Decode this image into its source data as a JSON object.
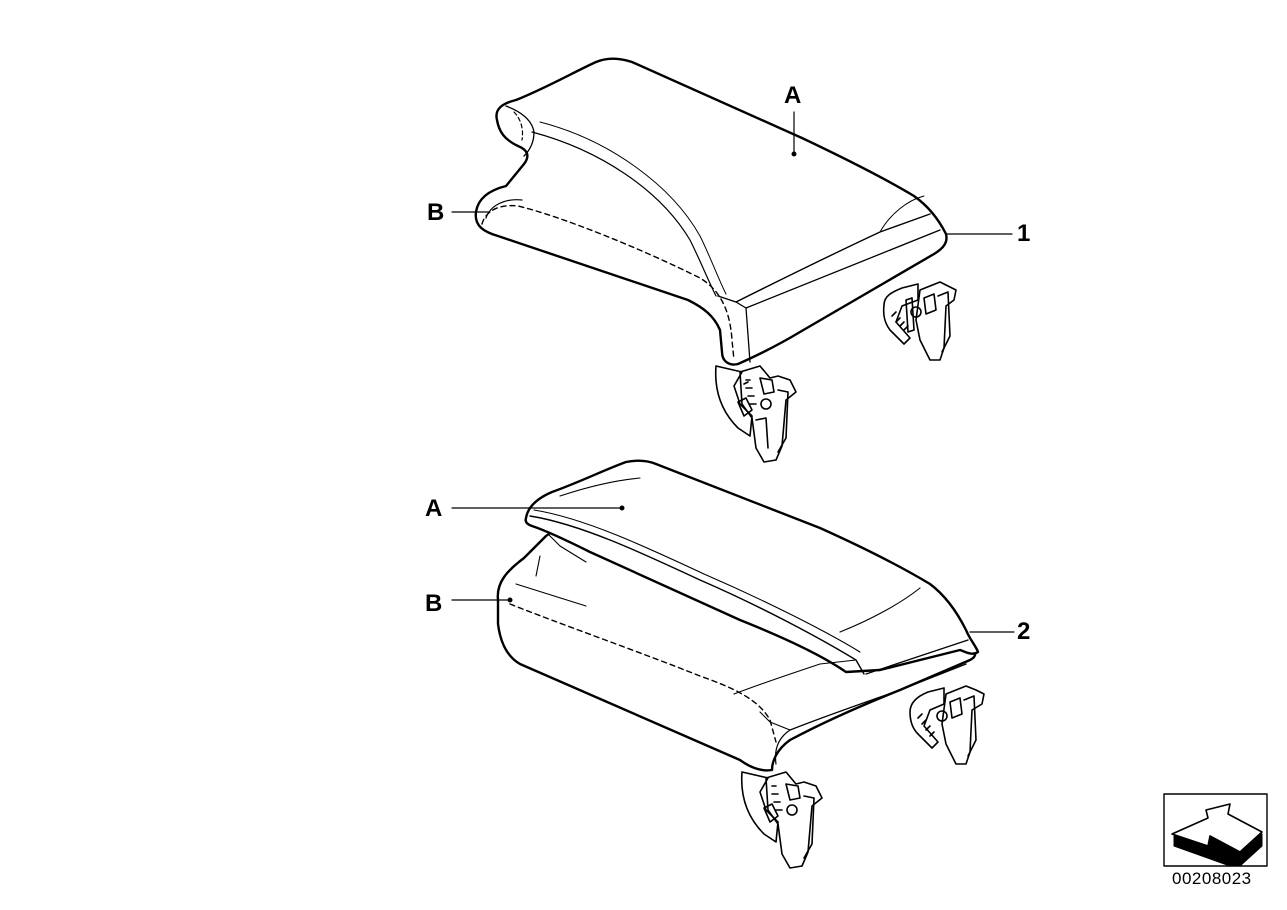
{
  "diagram": {
    "parts": [
      {
        "number": "1",
        "callouts": {
          "a": "A",
          "b": "B"
        }
      },
      {
        "number": "2",
        "callouts": {
          "a": "A",
          "b": "B"
        }
      }
    ],
    "reference_code": "00208023",
    "colors": {
      "line": "#000000",
      "background": "#ffffff",
      "arrow_face": "#ffffff",
      "arrow_side": "#000000"
    },
    "icons": [
      "orientation-arrow-icon"
    ]
  }
}
